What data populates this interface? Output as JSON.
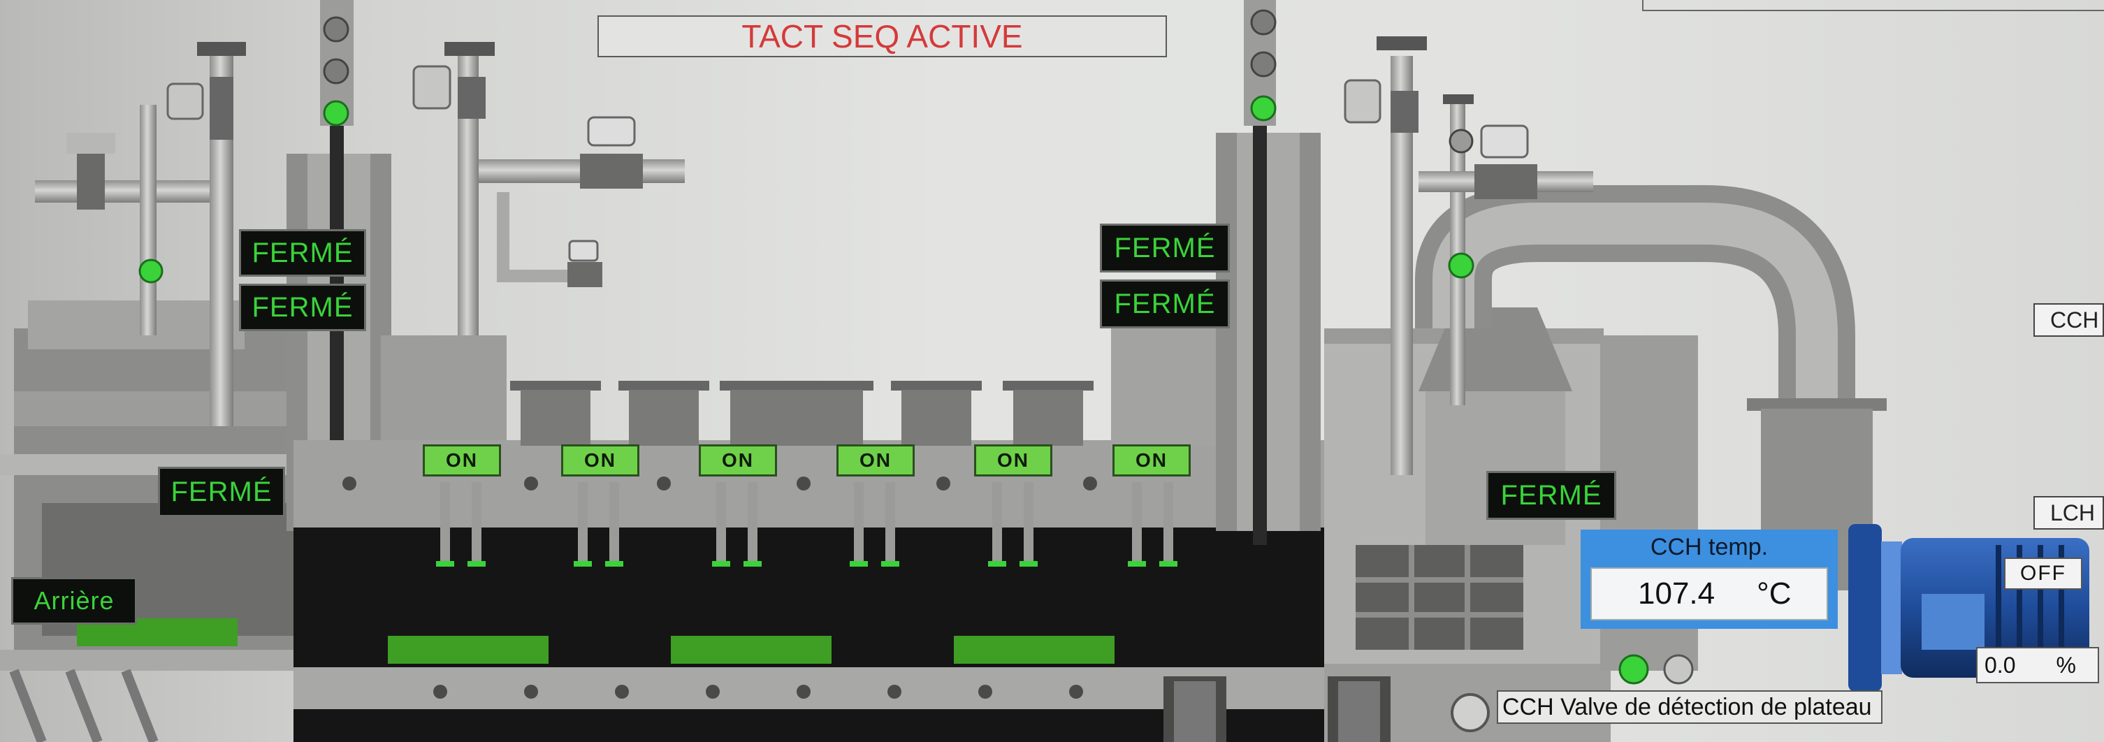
{
  "header": {
    "title": "TACT SEQ ACTIVE"
  },
  "valve_states": {
    "v1": "FERMÉ",
    "v2": "FERMÉ",
    "v3": "FERMÉ",
    "v4": "FERMÉ",
    "v5": "FERMÉ",
    "v6": "FERMÉ"
  },
  "direction_label": "Arrière",
  "heater_states": [
    "ON",
    "ON",
    "ON",
    "ON",
    "ON",
    "ON"
  ],
  "temperature": {
    "label": "CCH temp.",
    "value": "107.4",
    "unit": "°C"
  },
  "motor": {
    "button": "OFF",
    "speed_value": "0.0",
    "speed_unit": "%"
  },
  "edge_tags": {
    "upper": "CCH",
    "lower": "LCH"
  },
  "valve_detection": {
    "label": "CCH Valve de détection de plateau"
  },
  "colors": {
    "accent_green": "#3ad33a",
    "alarm_red": "#d43a3a",
    "panel_blue": "#3d8fe0",
    "motor_blue": "#1f4c9a"
  },
  "icons": [
    "indicator-light-icon",
    "actuator-valve-icon",
    "motor-icon",
    "pipe-icon"
  ]
}
